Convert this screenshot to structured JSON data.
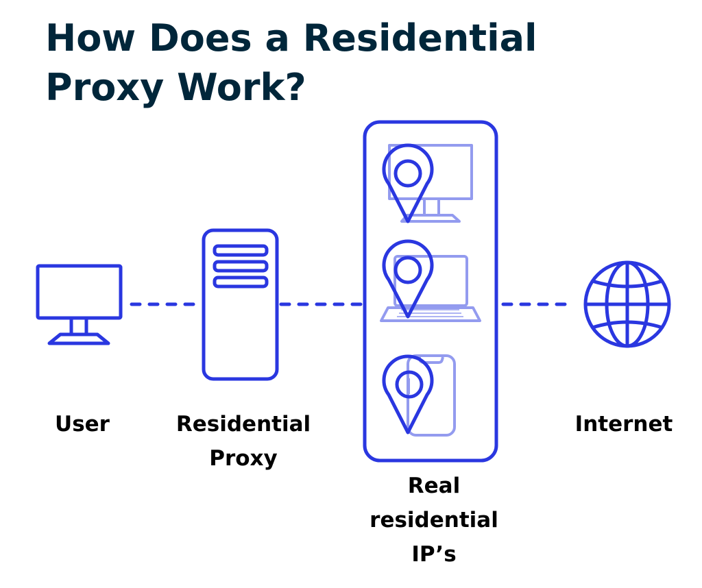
{
  "title": {
    "line1": "How Does a Residential",
    "line2": "Proxy Work?"
  },
  "colors": {
    "accent": "#2a37e0",
    "accent_light": "#939bef",
    "title": "#00263a",
    "label": "#000000",
    "background": "#ffffff"
  },
  "nodes": [
    {
      "id": "user",
      "icon": "monitor-icon",
      "label_lines": [
        "User"
      ]
    },
    {
      "id": "residential-proxy",
      "icon": "server-icon",
      "label_lines": [
        "Residential",
        "Proxy"
      ]
    },
    {
      "id": "real-residential-ips",
      "icon": "device-group",
      "label_lines": [
        "Real",
        "residential",
        "IP’s"
      ],
      "devices": [
        {
          "icon": "desktop-icon",
          "overlay": "location-pin-icon"
        },
        {
          "icon": "laptop-icon",
          "overlay": "location-pin-icon"
        },
        {
          "icon": "smartphone-icon",
          "overlay": "location-pin-icon"
        }
      ]
    },
    {
      "id": "internet",
      "icon": "globe-icon",
      "label_lines": [
        "Internet"
      ]
    }
  ],
  "connectors": [
    {
      "from": "user",
      "to": "residential-proxy",
      "style": "dashed"
    },
    {
      "from": "residential-proxy",
      "to": "real-residential-ips",
      "style": "dashed"
    },
    {
      "from": "real-residential-ips",
      "to": "internet",
      "style": "dashed"
    }
  ]
}
